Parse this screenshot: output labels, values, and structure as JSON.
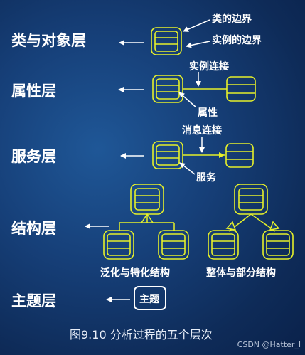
{
  "layers": [
    "类与对象层",
    "属性层",
    "服务层",
    "结构层",
    "主题层"
  ],
  "annotations": {
    "class_boundary": "类的边界",
    "instance_boundary": "实例的边界",
    "instance_connection": "实例连接",
    "attribute": "属性",
    "message_connection": "消息连接",
    "service": "服务",
    "gen_spec_structure": "泛化与特化结构",
    "whole_part_structure": "整体与部分结构",
    "topic": "主题"
  },
  "caption": "图9.10  分析过程的五个层次",
  "watermark": "CSDN @Hatter_l",
  "colors": {
    "background": "#163f78",
    "symbol": "#e6f02a",
    "line": "#ffffff"
  }
}
